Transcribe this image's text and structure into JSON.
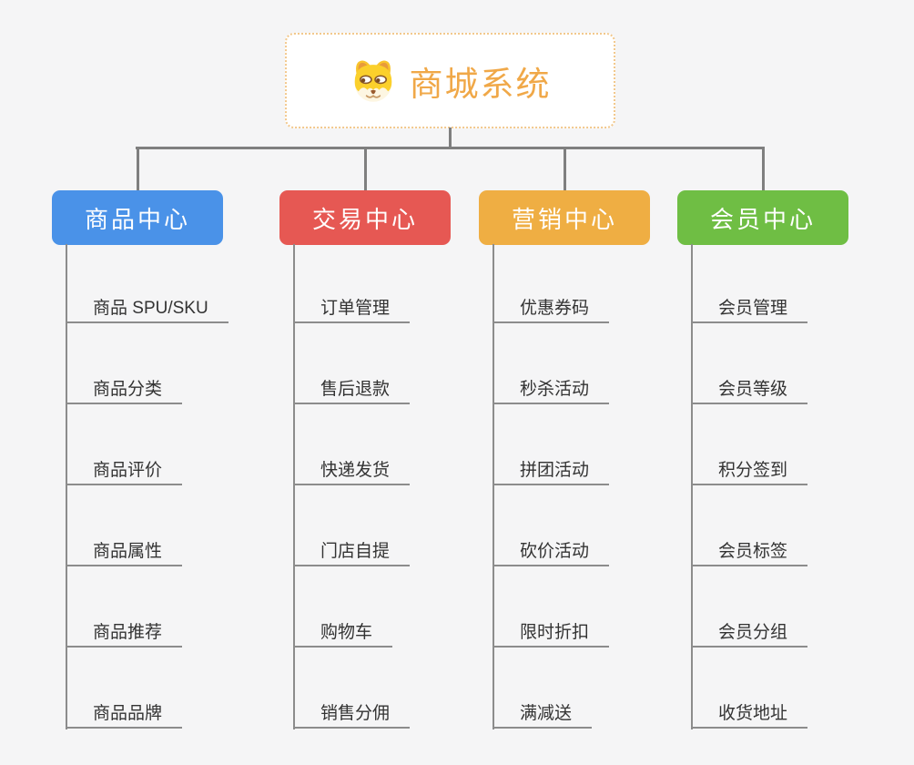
{
  "root": {
    "title": "商城系统",
    "icon": "dog-face-icon"
  },
  "colors": {
    "background": "#f5f5f6",
    "connector": "#7f7f7f",
    "sub_line": "#8c8c8c",
    "root_text": "#f0a848",
    "root_border": "#f2c88c",
    "item_text": "#333333",
    "branch_blue": "#4a92e8",
    "branch_red": "#e65853",
    "branch_orange": "#efae43",
    "branch_green": "#6fbe44"
  },
  "branches": [
    {
      "label": "商品中心",
      "color": "#4a92e8",
      "items": [
        "商品 SPU/SKU",
        "商品分类",
        "商品评价",
        "商品属性",
        "商品推荐",
        "商品品牌"
      ]
    },
    {
      "label": "交易中心",
      "color": "#e65853",
      "items": [
        "订单管理",
        "售后退款",
        "快递发货",
        "门店自提",
        "购物车",
        "销售分佣"
      ]
    },
    {
      "label": "营销中心",
      "color": "#efae43",
      "items": [
        "优惠券码",
        "秒杀活动",
        "拼团活动",
        "砍价活动",
        "限时折扣",
        "满减送"
      ]
    },
    {
      "label": "会员中心",
      "color": "#6fbe44",
      "items": [
        "会员管理",
        "会员等级",
        "积分签到",
        "会员标签",
        "会员分组",
        "收货地址"
      ]
    }
  ]
}
